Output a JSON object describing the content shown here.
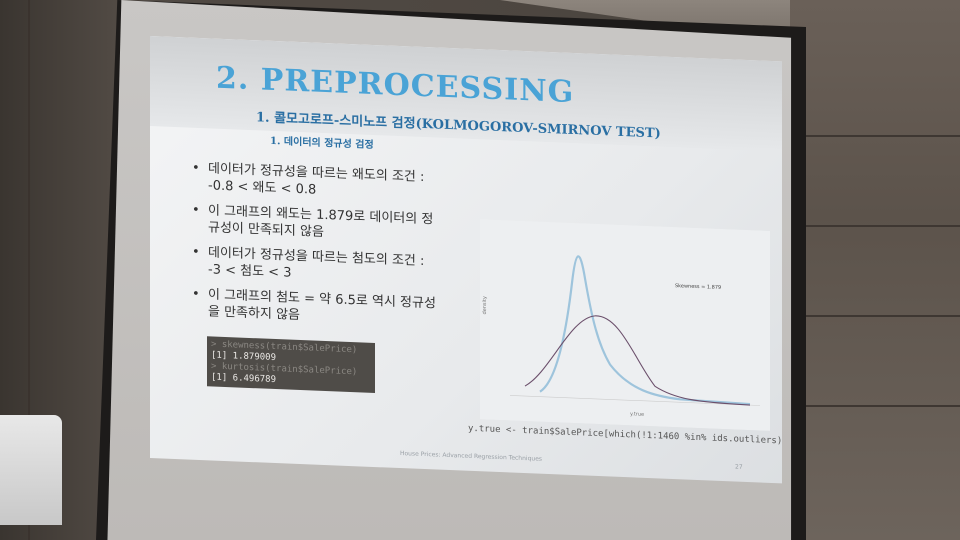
{
  "slide": {
    "title": "2. PREPROCESSING",
    "subtitle": "1. 콜모고로프-스미노프 검정(KOLMOGOROV-SMIRNOV TEST)",
    "subsubtitle": "1. 데이터의 정규성 검정",
    "bullets": [
      {
        "line1": "데이터가 정규성을 따르는 왜도의 조건 :",
        "line2": "-0.8 < 왜도 < 0.8"
      },
      {
        "line1": "이 그래프의 왜도는 1.879로 데이터의 정",
        "line2": "규성이 만족되지 않음"
      },
      {
        "line1": "데이터가 정규성을 따르는 첨도의 조건 :",
        "line2": "-3 < 첨도 < 3"
      },
      {
        "line1": "이 그래프의 첨도 = 약 6.5로 역시 정규성",
        "line2": "을 만족하지 않음"
      }
    ],
    "code": {
      "line1": "> skewness(train$SalePrice)",
      "line2": "[1] 1.879009",
      "line3": "> kurtosis(train$SalePrice)",
      "line4": "[1] 6.496789"
    },
    "chart_annotation": "Skewness = 1.879",
    "chart_ylabel": "density",
    "chart_xlabel": "y.true",
    "caption": "y.true <- train$SalePrice[which(!1:1460 %in% ids.outliers)]",
    "footer": "House Prices: Advanced Regression Techniques",
    "page_number": "27"
  },
  "colors": {
    "title": "#4aa3d6",
    "subtitle": "#2a6fa3",
    "density": "#9ec4dc",
    "normal": "#6b4f6b"
  }
}
